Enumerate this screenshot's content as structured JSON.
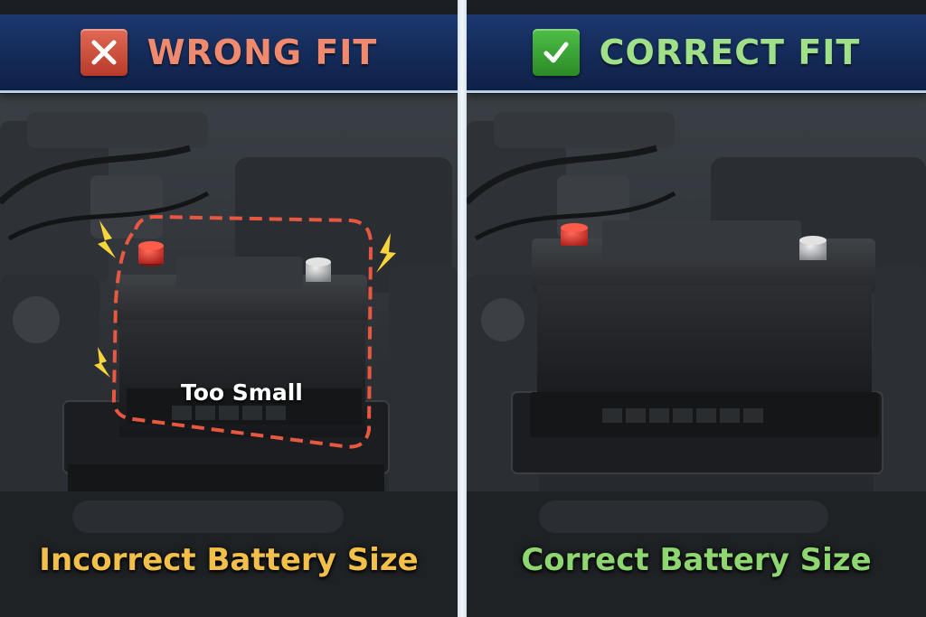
{
  "left_panel": {
    "banner_icon": "x-mark-icon",
    "banner_title": "WRONG FIT",
    "label_on_battery": "Too Small",
    "caption": "Incorrect Battery Size",
    "accent_color": "#e8573f",
    "caption_color": "#f2c04a",
    "alert_icon": "lightning-bolt-icon"
  },
  "right_panel": {
    "banner_icon": "check-mark-icon",
    "banner_title": "CORRECT FIT",
    "caption": "Correct Battery Size",
    "accent_color": "#3ea83a",
    "caption_color": "#8ed66f"
  },
  "colors": {
    "banner_bg": "#142a57",
    "terminal_positive": "#d8302c",
    "terminal_negative": "#b9bcbf",
    "outline_dashed": "#e8573f"
  }
}
